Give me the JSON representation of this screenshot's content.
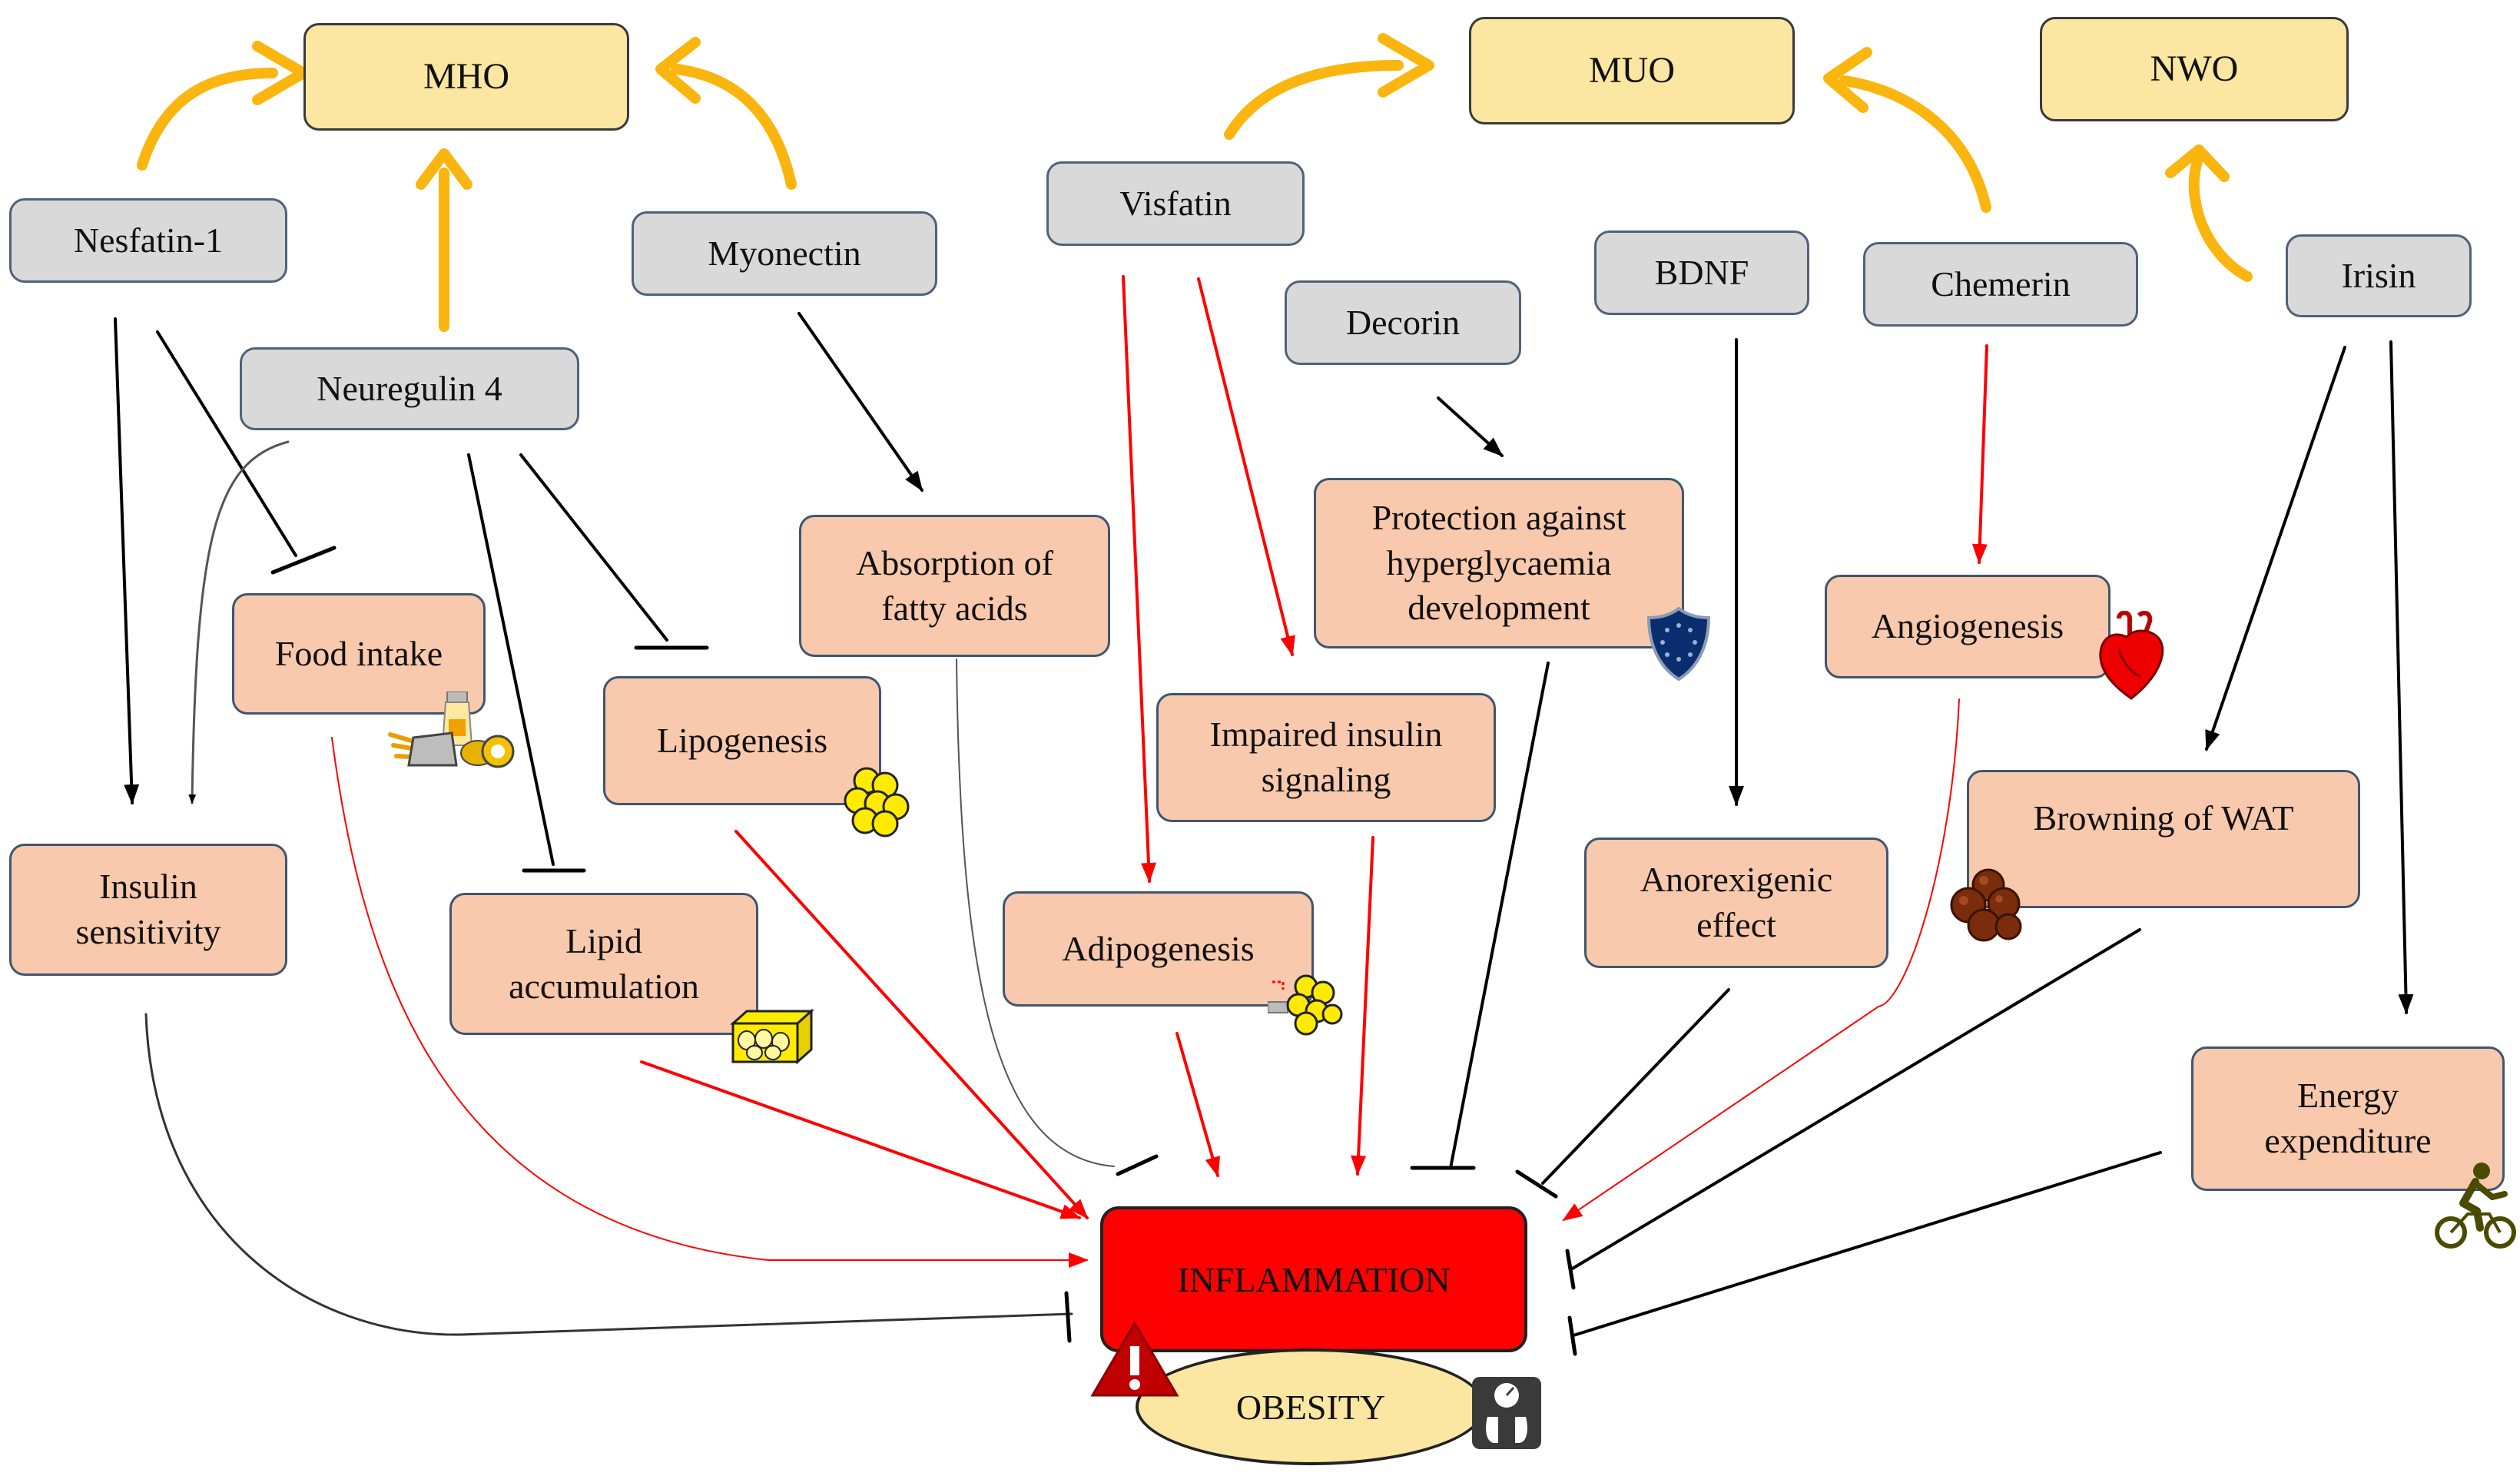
{
  "outcomes": {
    "mho": "MHO",
    "muo": "MUO",
    "nwo": "NWO"
  },
  "molecules": {
    "nesfatin": "Nesfatin-1",
    "neuregulin": "Neuregulin 4",
    "myonectin": "Myonectin",
    "visfatin": "Visfatin",
    "decorin": "Decorin",
    "bdnf": "BDNF",
    "chemerin": "Chemerin",
    "irisin": "Irisin"
  },
  "effects": {
    "insulin_sensitivity": "Insulin sensitivity",
    "food_intake": "Food intake",
    "lipid_accumulation": "Lipid accumulation",
    "lipogenesis": "Lipogenesis",
    "absorption": "Absorption of fatty acids",
    "adipogenesis": "Adipogenesis",
    "impaired_insulin": "Impaired insulin signaling",
    "protection": "Protection against hyperglycaemia development",
    "anorexigenic": "Anorexigenic effect",
    "angiogenesis": "Angiogenesis",
    "browning": "Browning of WAT",
    "energy": "Energy expenditure"
  },
  "center": {
    "inflammation": "INFLAMMATION",
    "obesity": "OBESITY"
  },
  "icons": [
    "warning-icon",
    "scale-icon",
    "fat-cells-icon",
    "food-icon",
    "shield-icon",
    "heart-icon",
    "brown-fat-icon",
    "cyclist-icon",
    "lipid-droplet-icon"
  ],
  "colors": {
    "outcome_fill": "#fbe6a2",
    "molecule_fill": "#d9d9da",
    "effect_fill": "#f9c9ad",
    "inflammation_fill": "#ff0000",
    "arrow_gold": "#fbb50f",
    "stimulate_red": "#ff0000",
    "inhibit_black": "#000000"
  }
}
